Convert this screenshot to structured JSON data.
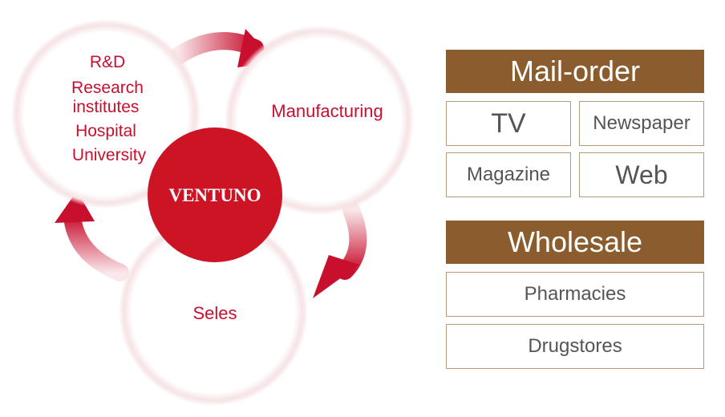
{
  "cycle": {
    "core": "VENTUNO",
    "rd": {
      "title": "R&D",
      "items": [
        "Research",
        "institutes",
        "Hospital",
        "University"
      ]
    },
    "manufacturing": "Manufacturing",
    "sales": "Seles"
  },
  "channels": {
    "mail_order": {
      "header": "Mail-order",
      "items": [
        "TV",
        "Newspaper",
        "Magazine",
        "Web"
      ]
    },
    "wholesale": {
      "header": "Wholesale",
      "items": [
        "Pharmacies",
        "Drugstores"
      ]
    }
  },
  "colors": {
    "accent_red": "#c8102e",
    "header_brown": "#8a5c2e",
    "box_border": "#b89a78",
    "box_text": "#555555"
  }
}
